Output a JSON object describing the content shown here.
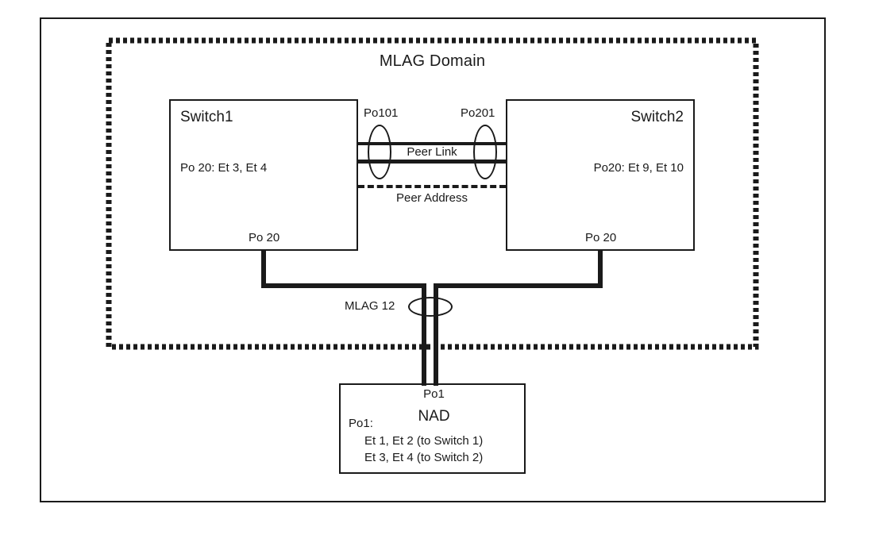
{
  "diagram": {
    "title": "MLAG Domain",
    "domain_boundary": {
      "style": "dashed",
      "color": "#1a1a1a"
    },
    "line_color": "#1a1a1a",
    "background": "#ffffff"
  },
  "switch1": {
    "name": "Switch1",
    "detail": "Po 20: Et 3, Et 4",
    "bottom_port": "Po 20"
  },
  "switch2": {
    "name": "Switch2",
    "detail": "Po20: Et 9, Et 10",
    "bottom_port": "Po 20"
  },
  "peer": {
    "po_left": "Po101",
    "po_right": "Po201",
    "link_label": "Peer Link",
    "address_label": "Peer Address"
  },
  "mlag_link": {
    "label": "MLAG 12"
  },
  "nad": {
    "name": "NAD",
    "top_port": "Po1",
    "po_label": "Po1:",
    "members": [
      "Et 1, Et 2 (to Switch 1)",
      "Et 3, Et 4 (to Switch 2)"
    ]
  }
}
